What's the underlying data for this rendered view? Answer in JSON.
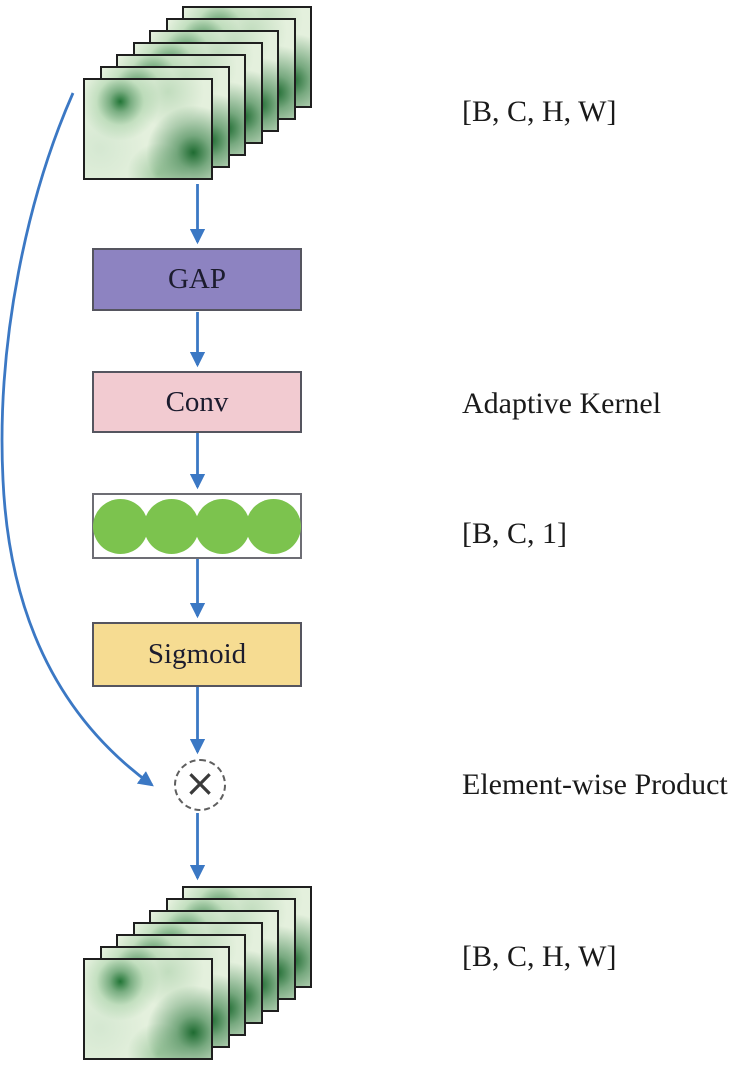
{
  "figure": {
    "title_semantic": "channel-attention-module-diagram",
    "input_stack": {
      "shape_label": "[B, C, H, W]",
      "num_maps": 7
    },
    "blocks": {
      "gap": {
        "label": "GAP",
        "fill": "#8d83c1"
      },
      "conv": {
        "label": "Conv",
        "fill": "#f2cbd1",
        "annotation": "Adaptive Kernel"
      },
      "vector": {
        "shape_label": "[B, C, 1]",
        "num_circles": 4,
        "circle_color": "#7cc34e"
      },
      "sigmoid": {
        "label": "Sigmoid",
        "fill": "#f6dc92"
      }
    },
    "multiply": {
      "symbol": "×",
      "annotation": "Element-wise Product"
    },
    "output_stack": {
      "shape_label": "[B, C, H, W]",
      "num_maps": 7
    },
    "colors": {
      "arrow_blue": "#3b78c4",
      "box_border": "#55555f",
      "heatmap_light": "#e4f0dd",
      "heatmap_dark": "#1e7a33",
      "text": "#1a1a1a"
    }
  }
}
